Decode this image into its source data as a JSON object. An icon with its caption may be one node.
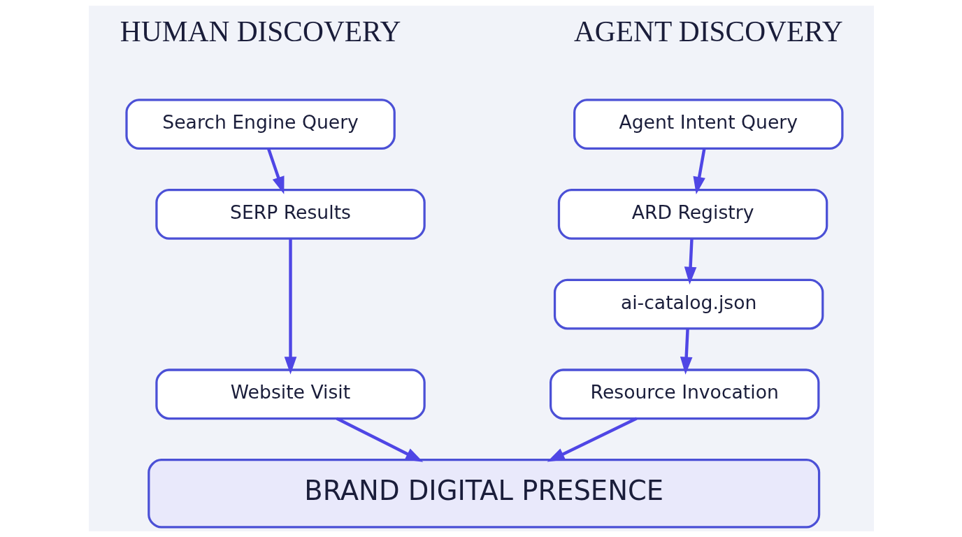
{
  "diagram": {
    "nodes": [
      {
        "text": [
          "Search Engine Query"
        ]
      },
      {
        "text": [
          "SERP Results"
        ]
      },
      {
        "text": [
          "Website Visit"
        ]
      },
      {
        "text": [
          "Agent Intent Query"
        ]
      },
      {
        "text": [
          "ARD Registry"
        ]
      },
      {
        "text": [
          "ai-catalog.json"
        ]
      },
      {
        "text": [
          "Resource Invocation"
        ]
      },
      {
        "text": [
          "BRAND DIGITAL PRESENCE"
        ]
      }
    ],
    "edges": [
      {
        "from": 0,
        "to": 1,
        "arrow": "to"
      },
      {
        "from": 1,
        "to": 2,
        "arrow": "to"
      },
      {
        "from": 2,
        "to": 7,
        "arrow": "to"
      },
      {
        "from": 3,
        "to": 4,
        "arrow": "to"
      },
      {
        "from": 4,
        "to": 5,
        "arrow": "to"
      },
      {
        "from": 5,
        "to": 6,
        "arrow": "to"
      },
      {
        "from": 6,
        "to": 7,
        "arrow": "to"
      }
    ],
    "labels": [
      "HUMAN DISCOVERY",
      "AGENT DISCOVERY"
    ]
  }
}
